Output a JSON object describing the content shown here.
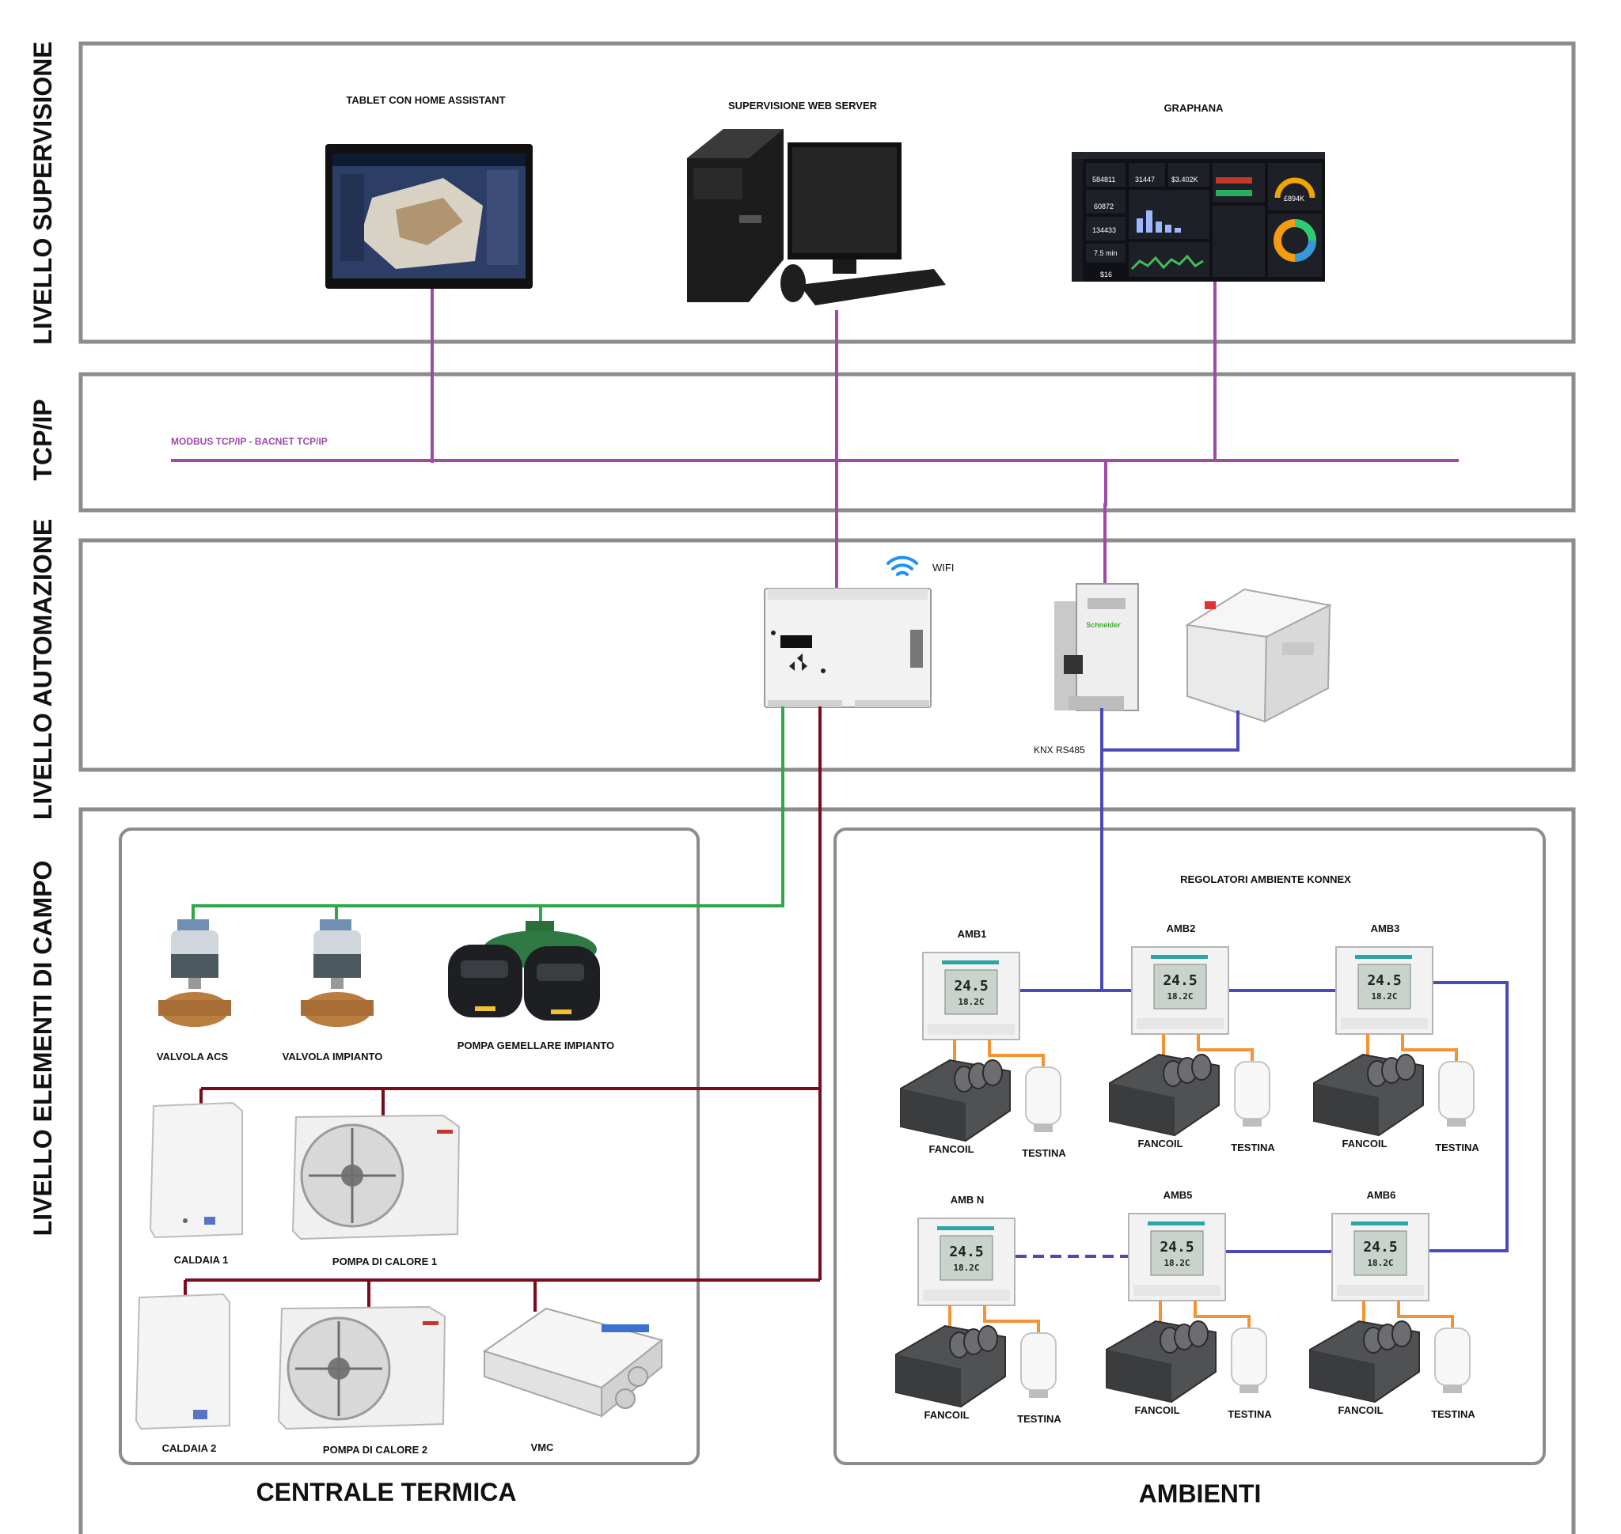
{
  "levels": {
    "supervisione": "LIVELLO SUPERVISIONE",
    "tcpip": "TCP/IP",
    "automazione": "LIVELLO AUTOMAZIONE",
    "campo": "LIVELLO ELEMENTI DI CAMPO"
  },
  "supervision": {
    "tablet": "TABLET CON HOME ASSISTANT",
    "webserver": "SUPERVISIONE WEB SERVER",
    "graphana": "GRAPHANA",
    "dashboard_values": [
      "584811",
      "31447",
      "$3.402K",
      "60872",
      "134433",
      "7.5 min",
      "$16",
      "£894K"
    ]
  },
  "network": {
    "bus_label": "MODBUS TCP/IP - BACNET TCP/IP"
  },
  "automation": {
    "wifi": "WIFI",
    "knx": "KNX RS485",
    "gateway_brand": "Schneider"
  },
  "centrale": {
    "title": "CENTRALE TERMICA",
    "valvola_acs": "VALVOLA ACS",
    "valvola_impianto": "VALVOLA IMPIANTO",
    "pompa_gemellare": "POMPA GEMELLARE IMPIANTO",
    "caldaia1": "CALDAIA  1",
    "pompa_calore1": "POMPA DI CALORE 1",
    "caldaia2": "CALDAIA  2",
    "pompa_calore2": "POMPA DI CALORE 2",
    "vmc": "VMC"
  },
  "ambienti": {
    "title": "AMBIENTI",
    "heading": "REGOLATORI AMBIENTE KONNEX",
    "fancoil": "FANCOIL",
    "testina": "TESTINA",
    "display_temp": "24.5",
    "display_set": "18.2C",
    "rooms": [
      "AMB1",
      "AMB2",
      "AMB3",
      "AMB N",
      "AMB5",
      "AMB6"
    ]
  },
  "colors": {
    "frame": "#8c8c8c",
    "tcp": "#a04aa8",
    "modbus_green": "#2fa84a",
    "field_bus": "#7a0b1c",
    "knx": "#4a4ab8",
    "testina_link": "#f39336"
  }
}
